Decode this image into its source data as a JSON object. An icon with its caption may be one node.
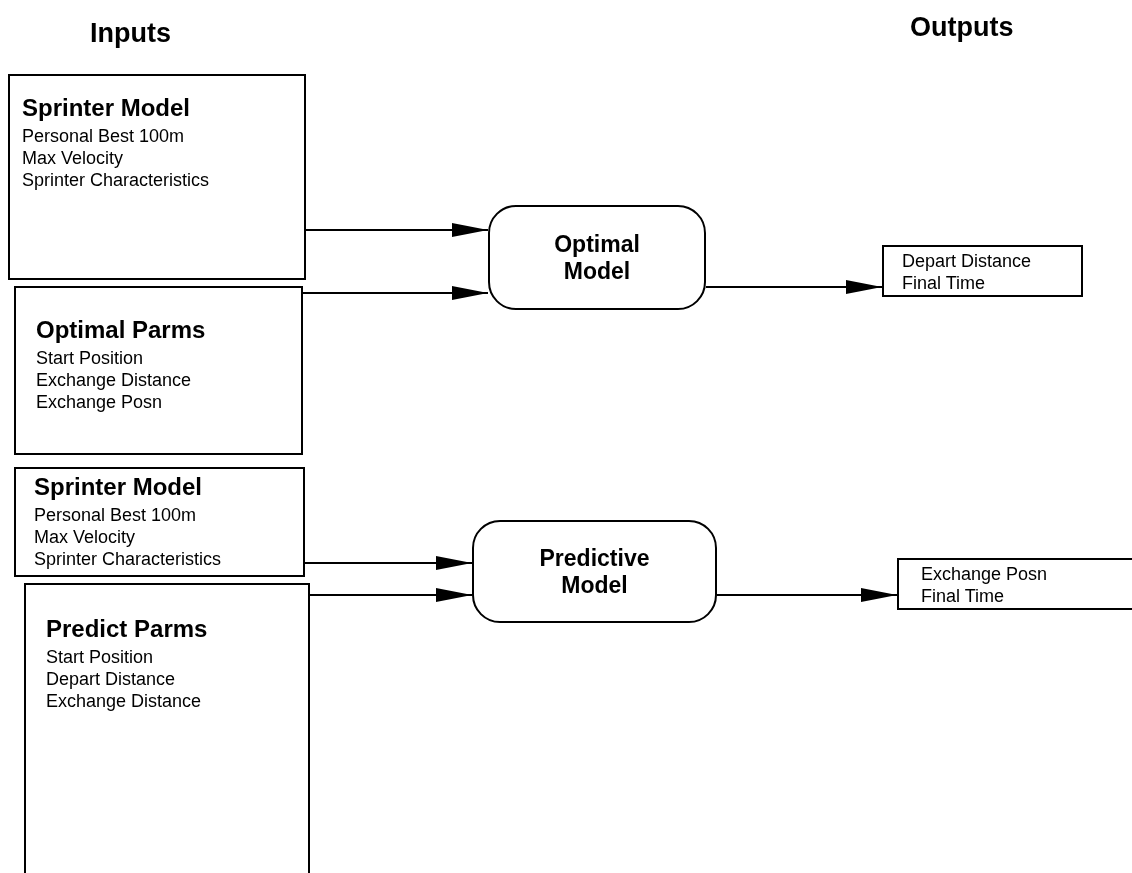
{
  "diagram": {
    "nodes": [
      {
        "text": [
          "Sprinter Model",
          "Personal Best 100m",
          "Max Velocity",
          "Sprinter Characteristics"
        ]
      },
      {
        "text": [
          "Optimal Parms",
          "Start Position",
          "Exchange Distance",
          "Exchange Posn"
        ]
      },
      {
        "text": [
          "Optimal Model"
        ]
      },
      {
        "text": [
          "Depart Distance",
          "Final Time"
        ]
      },
      {
        "text": [
          "Sprinter Model",
          "Personal Best 100m",
          "Max Velocity",
          "Sprinter Characteristics"
        ]
      },
      {
        "text": [
          "Predict Parms",
          "Start Position",
          "Depart Distance",
          "Exchange Distance"
        ]
      },
      {
        "text": [
          "Predictive Model"
        ]
      },
      {
        "text": [
          "Exchange Posn",
          "Final Time"
        ]
      }
    ],
    "edges": [
      {
        "from": 0,
        "to": 2,
        "arrow": "to"
      },
      {
        "from": 1,
        "to": 2,
        "arrow": "to"
      },
      {
        "from": 2,
        "to": 3,
        "arrow": "to"
      },
      {
        "from": 4,
        "to": 6,
        "arrow": "to"
      },
      {
        "from": 5,
        "to": 6,
        "arrow": "to"
      },
      {
        "from": 6,
        "to": 7,
        "arrow": "to"
      }
    ],
    "labels": [
      "Inputs",
      "Outputs"
    ]
  }
}
